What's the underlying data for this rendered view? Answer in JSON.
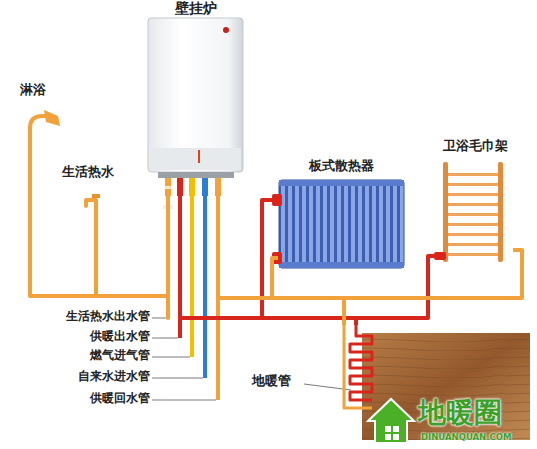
{
  "diagram": {
    "nodes": [
      {
        "text": [
          "壁挂炉"
        ]
      },
      {
        "text": [
          "板式散热器"
        ]
      },
      {
        "text": [
          "卫浴毛巾架"
        ]
      },
      {
        "text": [
          "地暖管"
        ]
      }
    ],
    "edges": [
      {
        "from": 0,
        "to": 1,
        "arrow": "none"
      },
      {
        "from": 0,
        "to": 1,
        "arrow": "none"
      },
      {
        "from": 0,
        "to": 2,
        "arrow": "none"
      },
      {
        "from": 0,
        "to": 2,
        "arrow": "none"
      },
      {
        "from": 0,
        "to": 3,
        "arrow": "none"
      },
      {
        "from": 0,
        "to": 3,
        "arrow": "none"
      }
    ],
    "labels": [
      "淋浴",
      "生活热水",
      "生活热水出水管",
      "供暖出水管",
      "燃气进气管",
      "自来水进水管",
      "供暖回水管",
      "地暖圈",
      "DINUANQUAN.COM"
    ]
  }
}
